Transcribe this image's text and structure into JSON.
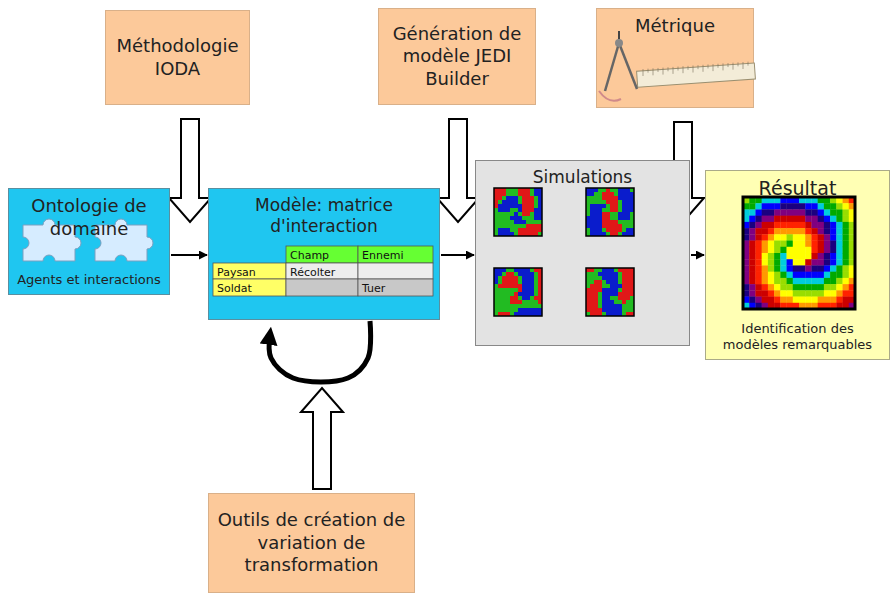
{
  "diagram": {
    "nodes": [
      {
        "text": [
          "Méthodologie IODA"
        ]
      },
      {
        "text": [
          "Génération de modèle JEDI Builder"
        ]
      },
      {
        "text": [
          "Métrique"
        ]
      },
      {
        "text": [
          "Ontologie de domaine",
          "Agents et interactions"
        ]
      },
      {
        "text": [
          "Modèle: matrice d'interaction"
        ]
      },
      {
        "text": [
          "Simulations"
        ]
      },
      {
        "text": [
          "Résultat",
          "Identification des modèles remarquables"
        ]
      },
      {
        "text": [
          "Outils de création de variation de transformation"
        ]
      }
    ],
    "edges": [
      {
        "from": 3,
        "to": 4,
        "arrow": "to"
      },
      {
        "from": 4,
        "to": 5,
        "arrow": "to"
      },
      {
        "from": 5,
        "to": 6,
        "arrow": "to"
      },
      {
        "from": 0,
        "to": 4,
        "arrow": "to"
      },
      {
        "from": 1,
        "to": 5,
        "arrow": "to"
      },
      {
        "from": 2,
        "to": 6,
        "arrow": "to"
      },
      {
        "from": 7,
        "to": 4,
        "arrow": "to"
      },
      {
        "from": 4,
        "to": 4,
        "arrow": "to"
      }
    ],
    "labels": [
      "Champ",
      "Ennemi",
      "Paysan",
      "Récolter",
      "Soldat",
      "Tuer"
    ]
  }
}
